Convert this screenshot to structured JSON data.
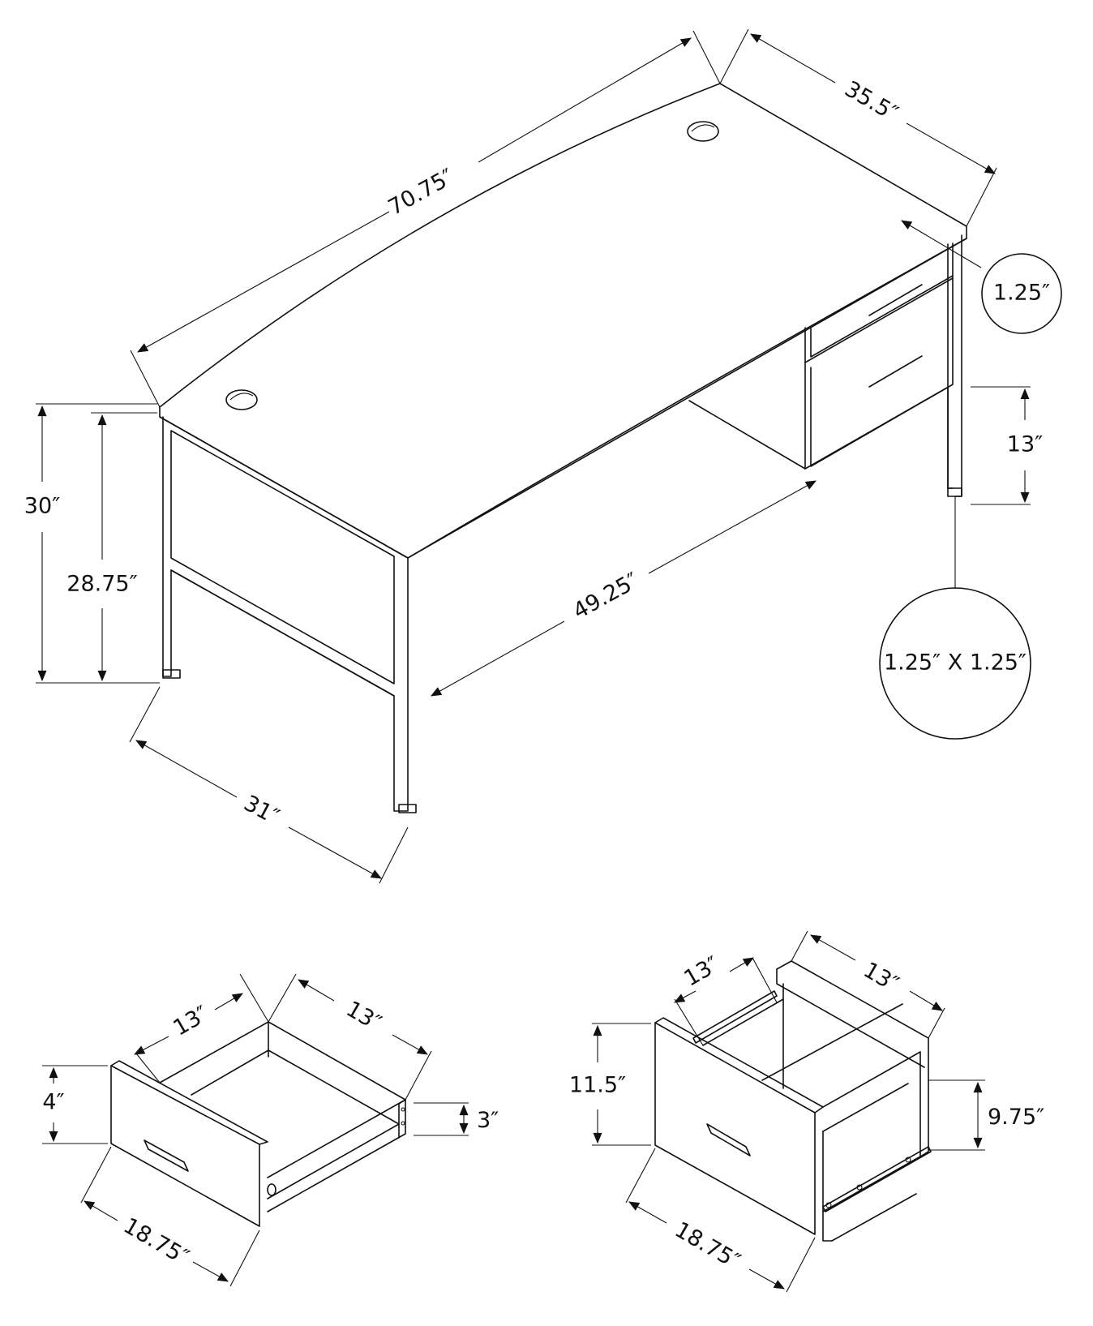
{
  "desk": {
    "width": "70.75″",
    "depth": "35.5″",
    "top_thickness": "1.25″",
    "pedestal_clearance": "13″",
    "height": "30″",
    "knee_height": "28.75″",
    "leg_span": "49.25″",
    "side_depth": "31″",
    "leg_profile": "1.25″ X 1.25″"
  },
  "small_drawer": {
    "inner_width": "13″",
    "inner_depth": "13″",
    "front_height": "4″",
    "box_height": "3″",
    "front_width": "18.75″"
  },
  "file_drawer": {
    "inner_width": "13″",
    "inner_depth": "13″",
    "front_height": "11.5″",
    "box_height": "9.75″",
    "front_width": "18.75″"
  }
}
